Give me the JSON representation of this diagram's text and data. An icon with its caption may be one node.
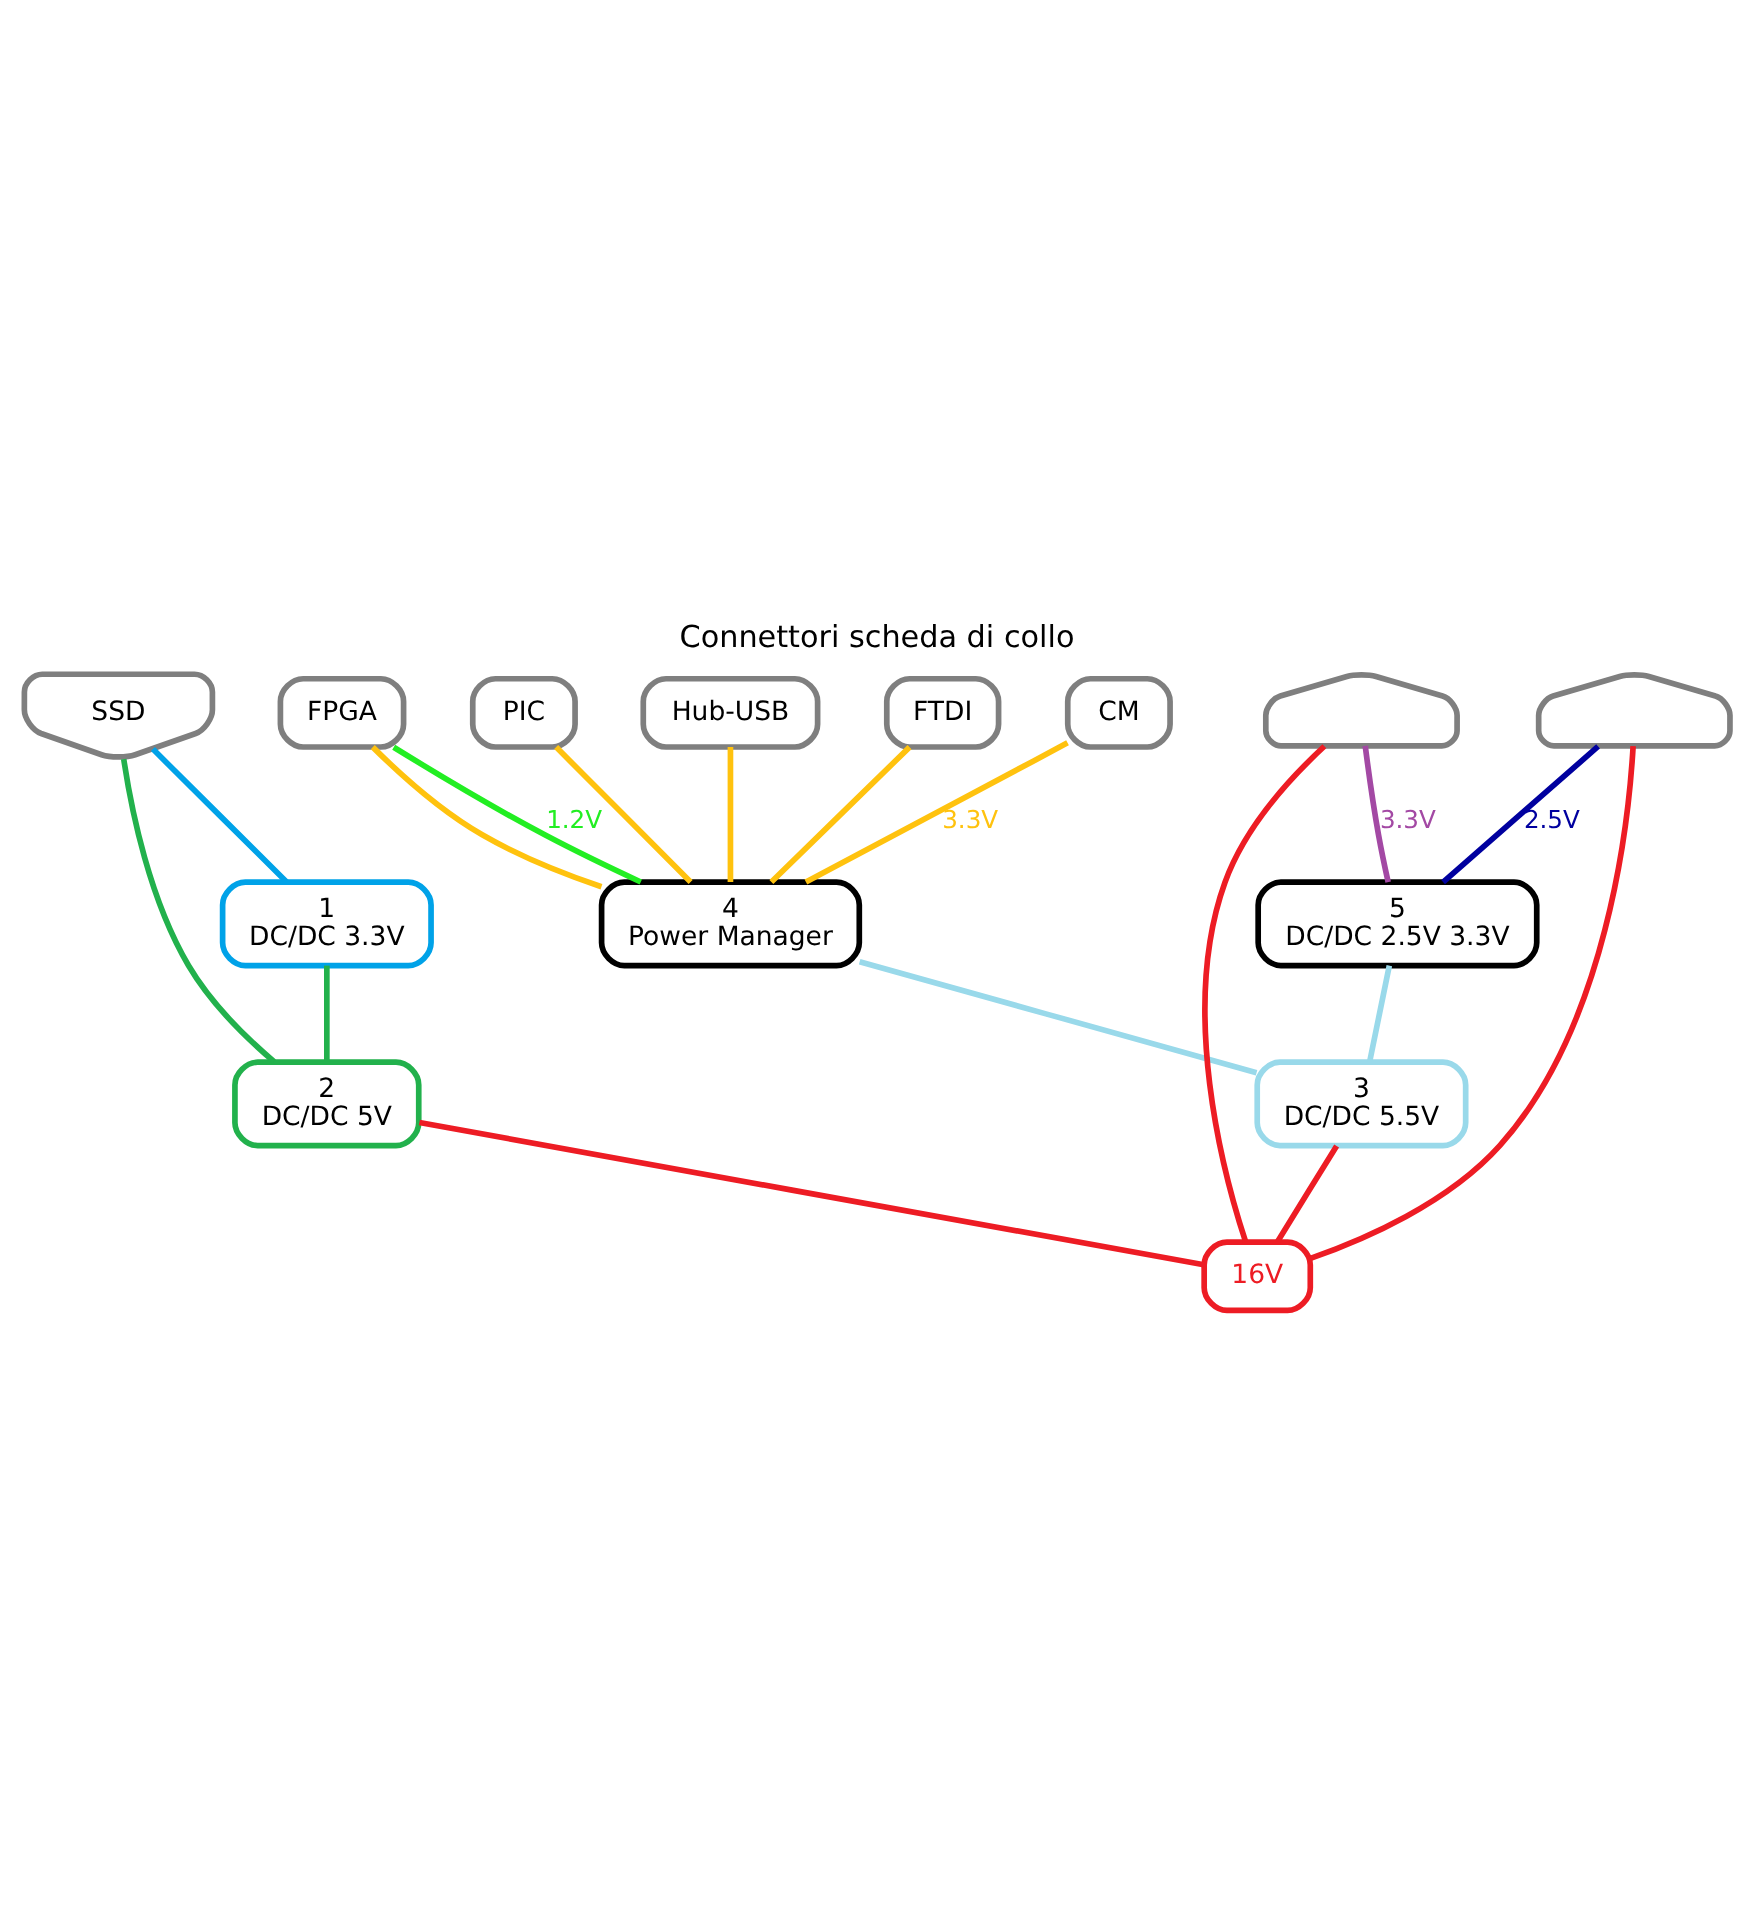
{
  "diagram": {
    "title": "Connettori scheda di collo",
    "nodes": [
      {
        "text": [],
        "shape": "arrow"
      },
      {
        "text": [],
        "shape": "arrow"
      },
      {
        "text": [
          "Hub-USB"
        ]
      },
      {
        "text": [
          "FTDI"
        ]
      },
      {
        "text": [
          "5",
          "DC/DC 2.5V 3.3V"
        ]
      },
      {
        "text": [
          "CM"
        ]
      },
      {
        "text": [
          "FPGA"
        ]
      },
      {
        "text": [
          "PIC"
        ]
      },
      {
        "text": [
          "4",
          "Power Manager"
        ]
      },
      {
        "text": [
          "1",
          "DC/DC 3.3V"
        ]
      },
      {
        "text": [
          "2",
          "DC/DC 5V"
        ]
      },
      {
        "text": [
          "3",
          "DC/DC 5.5V"
        ]
      },
      {
        "text": [
          "SSD"
        ]
      },
      {
        "text": [
          "16V"
        ]
      }
    ],
    "edges": [
      {
        "from": 13,
        "to": 0,
        "arrow": "none",
        "color": "#ed1c24"
      },
      {
        "from": 13,
        "to": 1,
        "arrow": "none",
        "color": "#ed1c24"
      },
      {
        "from": 13,
        "to": 10,
        "arrow": "none",
        "color": "#ed1c24"
      },
      {
        "from": 13,
        "to": 11,
        "arrow": "none",
        "color": "#ed1c24"
      },
      {
        "from": 4,
        "to": 0,
        "arrow": "none",
        "label": "3.3V",
        "color": "#a349a4"
      },
      {
        "from": 4,
        "to": 1,
        "arrow": "none",
        "label": "2.5V",
        "color": "#00009f"
      },
      {
        "from": 11,
        "to": 4,
        "arrow": "none",
        "color": "#99d9ea"
      },
      {
        "from": 11,
        "to": 8,
        "arrow": "none",
        "color": "#99d9ea"
      },
      {
        "from": 8,
        "to": 6,
        "arrow": "none",
        "label": "1.2V",
        "color": "#22ee22"
      },
      {
        "from": 8,
        "to": 5,
        "arrow": "none",
        "label": "3.3V",
        "color": "#ffc20e"
      },
      {
        "from": 8,
        "to": 6,
        "arrow": "none",
        "color": "#ffc20e"
      },
      {
        "from": 8,
        "to": 7,
        "arrow": "none",
        "color": "#ffc20e"
      },
      {
        "from": 8,
        "to": 3,
        "arrow": "none",
        "color": "#ffc20e"
      },
      {
        "from": 8,
        "to": 2,
        "arrow": "none",
        "color": "#ffc20e"
      },
      {
        "from": 10,
        "to": 9,
        "arrow": "none",
        "color": "#22b14c"
      },
      {
        "from": 10,
        "to": 12,
        "arrow": "none",
        "color": "#22b14c"
      },
      {
        "from": 9,
        "to": 12,
        "arrow": "none",
        "color": "#00a2e8"
      }
    ]
  }
}
